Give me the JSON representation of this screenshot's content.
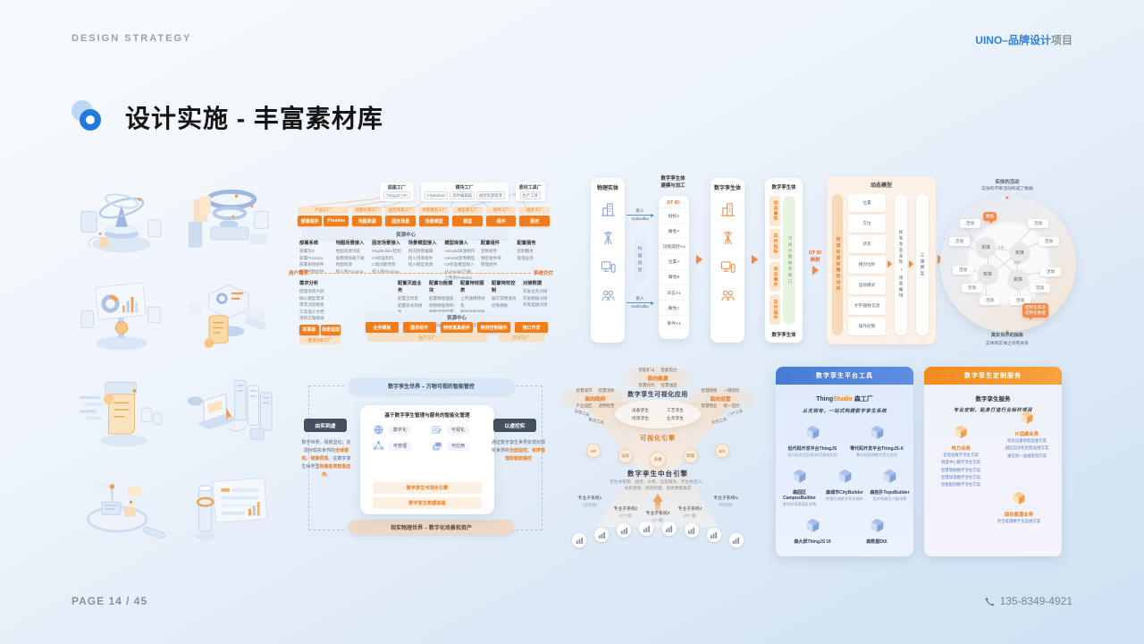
{
  "page": {
    "header_left": "DESIGN STRATEGY",
    "header_right_brand": "UINO–品牌设计",
    "header_right_rest": "项目",
    "title": "设计实施 - 丰富素材库",
    "footer_page": "PAGE   14 / 45",
    "footer_phone": "135-8349-4921"
  },
  "factory": {
    "top_boxes": [
      {
        "title": "底座工厂",
        "chips": [
          "ThingJS API"
        ]
      },
      {
        "title": "模块工厂",
        "chips": [
          "CityBuilder",
          "软件编辑器",
          "规则资源管理"
        ]
      },
      {
        "title": "素材工具厂",
        "chips": [
          "生产工具"
        ]
      }
    ],
    "groups": [
      {
        "pill": "产品工厂",
        "boxes": [
          "部署组件",
          "Proxima"
        ]
      },
      {
        "pill": "地图资源工厂",
        "boxes": [
          "地图资源"
        ]
      },
      {
        "pill": "固定场景工厂",
        "boxes": [
          "固定场景"
        ]
      },
      {
        "pill": "场景模型工厂",
        "boxes": [
          "场景模型"
        ]
      },
      {
        "pill": "模型库工厂",
        "boxes": [
          "模型"
        ]
      },
      {
        "pill": "组件工厂",
        "boxes": [
          "组件"
        ]
      },
      {
        "pill": "服务工厂",
        "boxes": [
          "服务"
        ]
      }
    ],
    "resource_bar": "资源中心",
    "columns": [
      {
        "h": "部署系统",
        "items": [
          "部署包S",
          "部署Proxima",
          "部署系统组件",
          "部署控制组件"
        ]
      },
      {
        "h": "地图场景接入",
        "items": [
          "地图资源浏览",
          "按需预加载下载",
          "地图资源",
          "接入到Proxima"
        ]
      },
      {
        "h": "固定场景接入",
        "items": [
          "MapBuilder定制",
          "C5标准制作",
          "C端创建场景",
          "接入到Proxima"
        ]
      },
      {
        "h": "场景模型接入",
        "items": [
          "场内场景编辑",
          "接入场景组件",
          "接入模型资源"
        ]
      },
      {
        "h": "模型库接入",
        "items": [
          "Umodel资源制作",
          "Umodel定制模型",
          "C5标准模型接入",
          "从Umodel下载",
          "上传到Proxima"
        ]
      },
      {
        "h": "配置组件",
        "items": [
          "定制组件",
          "预定组件库",
          "管理组件"
        ]
      },
      {
        "h": "配置服务",
        "items": [
          "定制服务",
          "管理业务"
        ]
      }
    ],
    "flow_left": "用户需求",
    "flow_right": "系统交付",
    "req_col": {
      "h": "需求分析",
      "items": [
        "梳理场景大屏",
        "确认模型需求",
        "需求流程模板",
        "方案设计文档",
        "项目实施路线"
      ],
      "boxes": [
        "故事板",
        "场景蓝图"
      ],
      "pill": "需求分析工厂"
    },
    "mid_columns": [
      {
        "h": "配置页面业务",
        "items": [
          "配置全场景",
          "配置系统风格包"
        ]
      },
      {
        "h": "配置功能模块",
        "items": [
          "配置数据面板",
          "调用数据预制",
          "预制场景配置",
          "绑定数据模板",
          "Config.js需求包",
          "定制模板"
        ]
      },
      {
        "h": "配置特效图表",
        "items": [
          "上传通用特效包",
          "特效效果组件",
          "Config.js效果",
          "发布预览效果"
        ]
      },
      {
        "h": "配置特效控制",
        "items": [
          "编写常用道具",
          "控制模板"
        ]
      },
      {
        "h": "对接数据",
        "items": [
          "开发业务对接",
          "开发数据对接",
          "开发运维对接"
        ]
      }
    ],
    "resource_bar2": "资源中心",
    "bottom_boxes": [
      "业务模板",
      "图表组件",
      "特效道具组件",
      "特效控制组件",
      "接口开发"
    ],
    "bottom_bar": "生产工厂",
    "bottom_pill": "交付工厂"
  },
  "pipeline": {
    "col1_title": "物理实体",
    "in_label": "接入",
    "in_sub": "Api/Kafka",
    "rule": "构建规则",
    "col2_title1": "数字孪生体",
    "col2_title2": "建模与加工",
    "dt_id": "DT ID:",
    "dt_items": [
      "指标A",
      "属性A",
      "功能操控A1",
      "位置A",
      "属性B",
      "日志A1",
      "属性C",
      "事件A1"
    ],
    "col3_title": "数字孪生体",
    "col4_top": "数字孪生体",
    "col4_bottom": "数字孪生体",
    "attrs": [
      "动态属性",
      "实时指标",
      "动态事件",
      "实时操作"
    ],
    "green": "可视引擎程序接口",
    "map1": "DT ID",
    "map2": "映射",
    "panel_title": "动态模型",
    "panel_bar": "物理和虚拟属性对应",
    "panel_items": [
      "位置",
      "方位",
      "状态",
      "相对位移",
      "运动模式",
      "文字/图标信息",
      "操作控制"
    ],
    "panel_r1": "标准动态呈现 + 场景编排",
    "panel_r2": "三维模型"
  },
  "circle": {
    "top1": "实体的活动",
    "top2": "实体的不断活动构成了数据",
    "bottom1": "真实世界的抽象",
    "bottom2": "实体和实体之间有关系",
    "entities": [
      "实体",
      "实体",
      "实体",
      "实体"
    ],
    "activities": [
      "活动",
      "活动",
      "活动",
      "活动",
      "活动",
      "活动",
      "活动",
      "活动",
      "活动",
      "活动"
    ],
    "relation1": "关系",
    "relation2": "关系",
    "callout_top": "数据",
    "callout_b1": "结构化和非",
    "callout_b2": "结构化数据"
  },
  "twin_world": {
    "top_pill": "数字孪生世界 – 万物可视的智能管控",
    "bottom_pill": "现实物理世界 – 数字化场景和资产",
    "card_title": "基于数字孪生管理与服务的智能化管理",
    "features": [
      "数字化",
      "可视化",
      "可管理",
      "可应用"
    ],
    "bars": [
      "数字孪生可视化引擎",
      "数字孪生数据底座"
    ],
    "left_label": "由实到虚",
    "left_text": [
      {
        "t": "数字世界，场景显化；实现对现实世界的",
        "hl": false
      },
      {
        "t": "全域感知、镜像再现",
        "hl": true
      },
      {
        "t": "。在数字孪生世界里",
        "hl": false
      },
      {
        "t": "构建各类智能应用",
        "hl": true
      },
      {
        "t": "。",
        "hl": false
      }
    ],
    "right_label": "以虚控实",
    "right_text": [
      {
        "t": "通过数字孪生世界实现对现实世界的",
        "hl": false
      },
      {
        "t": "全面监控、有序管理和智能操控",
        "hl": true
      }
    ]
  },
  "funnel": {
    "clusters": [
      {
        "label": "面向政府",
        "items": [
          "智慧城市",
          "智慧消防",
          "产业园区",
          "透明经营"
        ]
      },
      {
        "label": "面向能源",
        "items": [
          "智能矿山",
          "智能电力",
          "智慧光伏",
          "智慧油田"
        ]
      },
      {
        "label": "面向运营",
        "items": [
          "智慧网络",
          "一键巡检",
          "智慧物业",
          "统一监控"
        ]
      }
    ],
    "app_title": "数字孪生可视化应用",
    "twins": [
      "设备孪生",
      "工艺孪生",
      "场景孪生",
      "业务孪生"
    ],
    "tools": [
      "运维工具",
      "集成工具",
      "其他工具",
      "门户工具"
    ],
    "engine": "可视化引擎",
    "nodes": [
      "API",
      "渲染",
      "多维",
      "跨端",
      "B/S"
    ],
    "mid_engine": "数字孪生中台引擎",
    "desc1": "孪生体管理、图谱、分析、运营服务、孪生体定义、",
    "desc2": "关系建模、规则构建、各类数据集成",
    "subsystems": [
      {
        "n": "专业子系统1",
        "d": "(业务域)"
      },
      {
        "n": "专业子系统2",
        "d": "(CT 域)"
      },
      {
        "n": "专业子系统3",
        "d": "(IT 域)"
      },
      {
        "n": "专业子系统4",
        "d": "(OT 域)"
      },
      {
        "n": "专业子系统N",
        "d": "(时空域)"
      }
    ]
  },
  "tools_panel": {
    "header": "数字孪生平台工具",
    "brand1": "Thing",
    "brand2": "Studio",
    "brand3": " 森工厂",
    "tagline": "从无到有，一站式构建数字孪生系统",
    "items": [
      {
        "name": "低代码开发平台ThingJS",
        "desc": "低代码灵活开发3D可视化应用"
      },
      {
        "name": "零代码开发平台ThingJS-X",
        "desc": "零代码搭建数字孪生应用"
      },
      {
        "name": "森园区CampusBuilder",
        "desc": "游戏式搭建园区场景"
      },
      {
        "name": "森城市CityBuilder",
        "desc": "快速生成数字孪生城市"
      },
      {
        "name": "森拓扑TopoBuilder",
        "desc": "拓扑构建及二维场景"
      },
      {
        "name": "森大屏ThingJS UI",
        "desc": ""
      },
      {
        "name": "森数据DIX",
        "desc": ""
      }
    ]
  },
  "custom_panel": {
    "header": "数字孪生定制服务",
    "title": "数字孪生服务",
    "tagline": "专业定制，贴身打造行业标杆项目",
    "groups": [
      {
        "name": "电力业务",
        "items": [
          "变电站数字孪生方案",
          "调度中心数字孪生方案",
          "智慧管廊数字孪生方案",
          "智慧保电数字孪生方案",
          "智能配网数字孪生方案"
        ]
      },
      {
        "name": "IT运维业务",
        "items": [
          "机房设备智能运维方案",
          "园区自动化智能运维方案",
          "通信统一运维管理方案"
        ]
      },
      {
        "name": "综合能源业务",
        "items": [
          "综合能源数字化运维方案"
        ]
      }
    ]
  }
}
